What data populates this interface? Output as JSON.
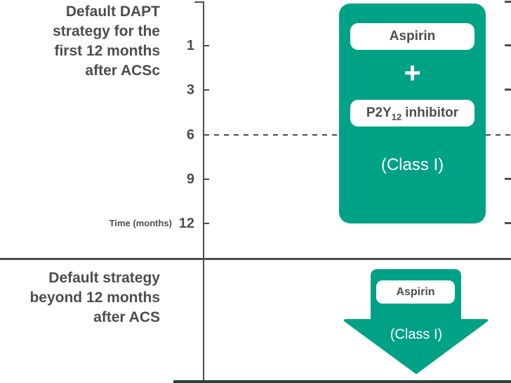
{
  "colors": {
    "accent_green": "#00a286",
    "text_gray": "#4d4d4d",
    "bottom_strip_dark": "#25453d",
    "white": "#ffffff"
  },
  "top_section": {
    "title_lines": [
      "Default DAPT",
      "strategy for the",
      "first 12 months",
      "after ACSc"
    ],
    "timeline": {
      "label": "Time (months)",
      "months": [
        "1",
        "3",
        "6",
        "9",
        "12"
      ]
    },
    "card": {
      "drug1": "Aspirin",
      "plus": "+",
      "drug2_base": "P2Y",
      "drug2_sub": "12",
      "drug2_rest": "inhibitor",
      "class_label": "(Class I)"
    }
  },
  "bottom_section": {
    "title_lines": [
      "Default strategy",
      "beyond 12 months",
      "after ACS"
    ],
    "arrow": {
      "drug": "Aspirin",
      "class_label": "(Class I)"
    }
  }
}
